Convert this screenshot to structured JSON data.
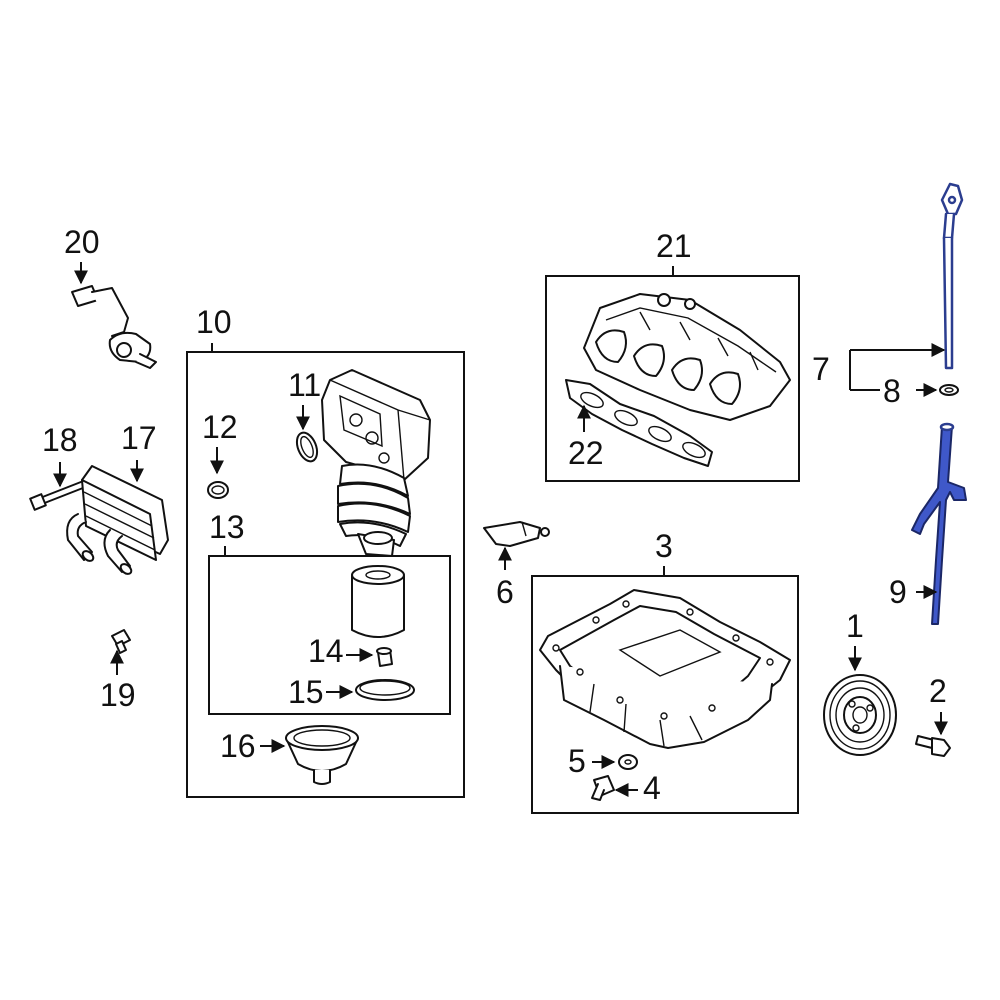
{
  "diagram": {
    "callouts": {
      "c1": "1",
      "c2": "2",
      "c3": "3",
      "c4": "4",
      "c5": "5",
      "c6": "6",
      "c7": "7",
      "c8": "8",
      "c9": "9",
      "c10": "10",
      "c11": "11",
      "c12": "12",
      "c13": "13",
      "c14": "14",
      "c15": "15",
      "c16": "16",
      "c17": "17",
      "c18": "18",
      "c19": "19",
      "c20": "20",
      "c21": "21",
      "c22": "22"
    },
    "highlight_color": "#3f58c9",
    "line_color": "#111111",
    "highlighted_parts": [
      "7",
      "9"
    ]
  }
}
